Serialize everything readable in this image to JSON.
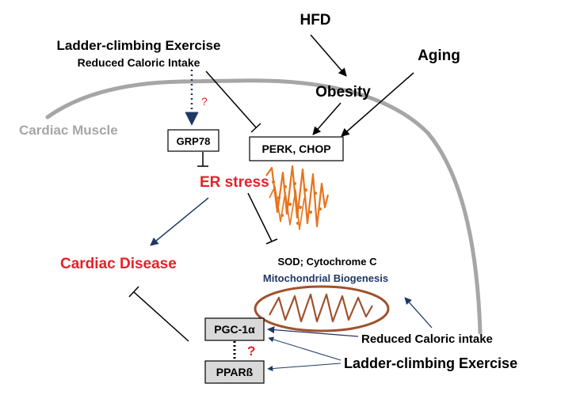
{
  "labels": {
    "hfd": "HFD",
    "aging": "Aging",
    "obesity": "Obesity",
    "exercise_top": "Ladder-climbing Exercise",
    "caloric_top": "Reduced Caloric Intake",
    "cardiac_muscle": "Cardiac Muscle",
    "grp78": "GRP78",
    "perk_chop": "PERK, CHOP",
    "er_stress": "ER stress",
    "cardiac_disease": "Cardiac Disease",
    "sod": "SOD; Cytochrome C",
    "mito_biogenesis": "Mitochondrial Biogenesis",
    "pgc1a": "PGC-1α",
    "pparb": "PPARß",
    "q_top": "?",
    "q_bottom": "?",
    "caloric_bottom": "Reduced Caloric intake",
    "exercise_bottom": "Ladder-climbing Exercise"
  },
  "colors": {
    "red": "#e8202a",
    "navy": "#1f3864",
    "membrane": "#a6a6a6",
    "er_orange": "#e8731c",
    "mito_brown": "#a0522d",
    "box_gray": "#d9d9d9"
  }
}
